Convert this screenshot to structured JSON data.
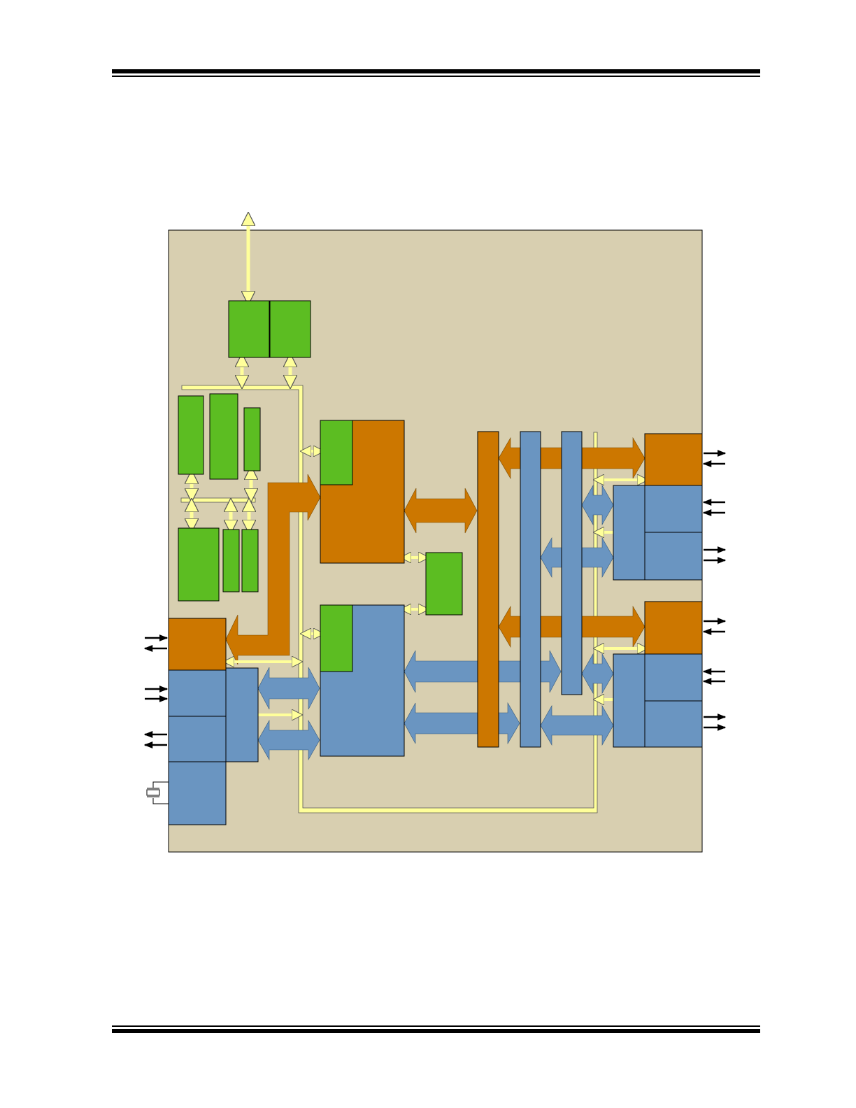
{
  "colors": {
    "background": "#d8cfb0",
    "green": "#5cbd22",
    "orange": "#cc7700",
    "blue": "#6a95c1",
    "yellow_bus": "#ffff9a",
    "outline": "#000000"
  },
  "diagram": {
    "labels_visible": false,
    "block_count": 30,
    "block_colors": [
      "green",
      "orange",
      "blue"
    ]
  }
}
